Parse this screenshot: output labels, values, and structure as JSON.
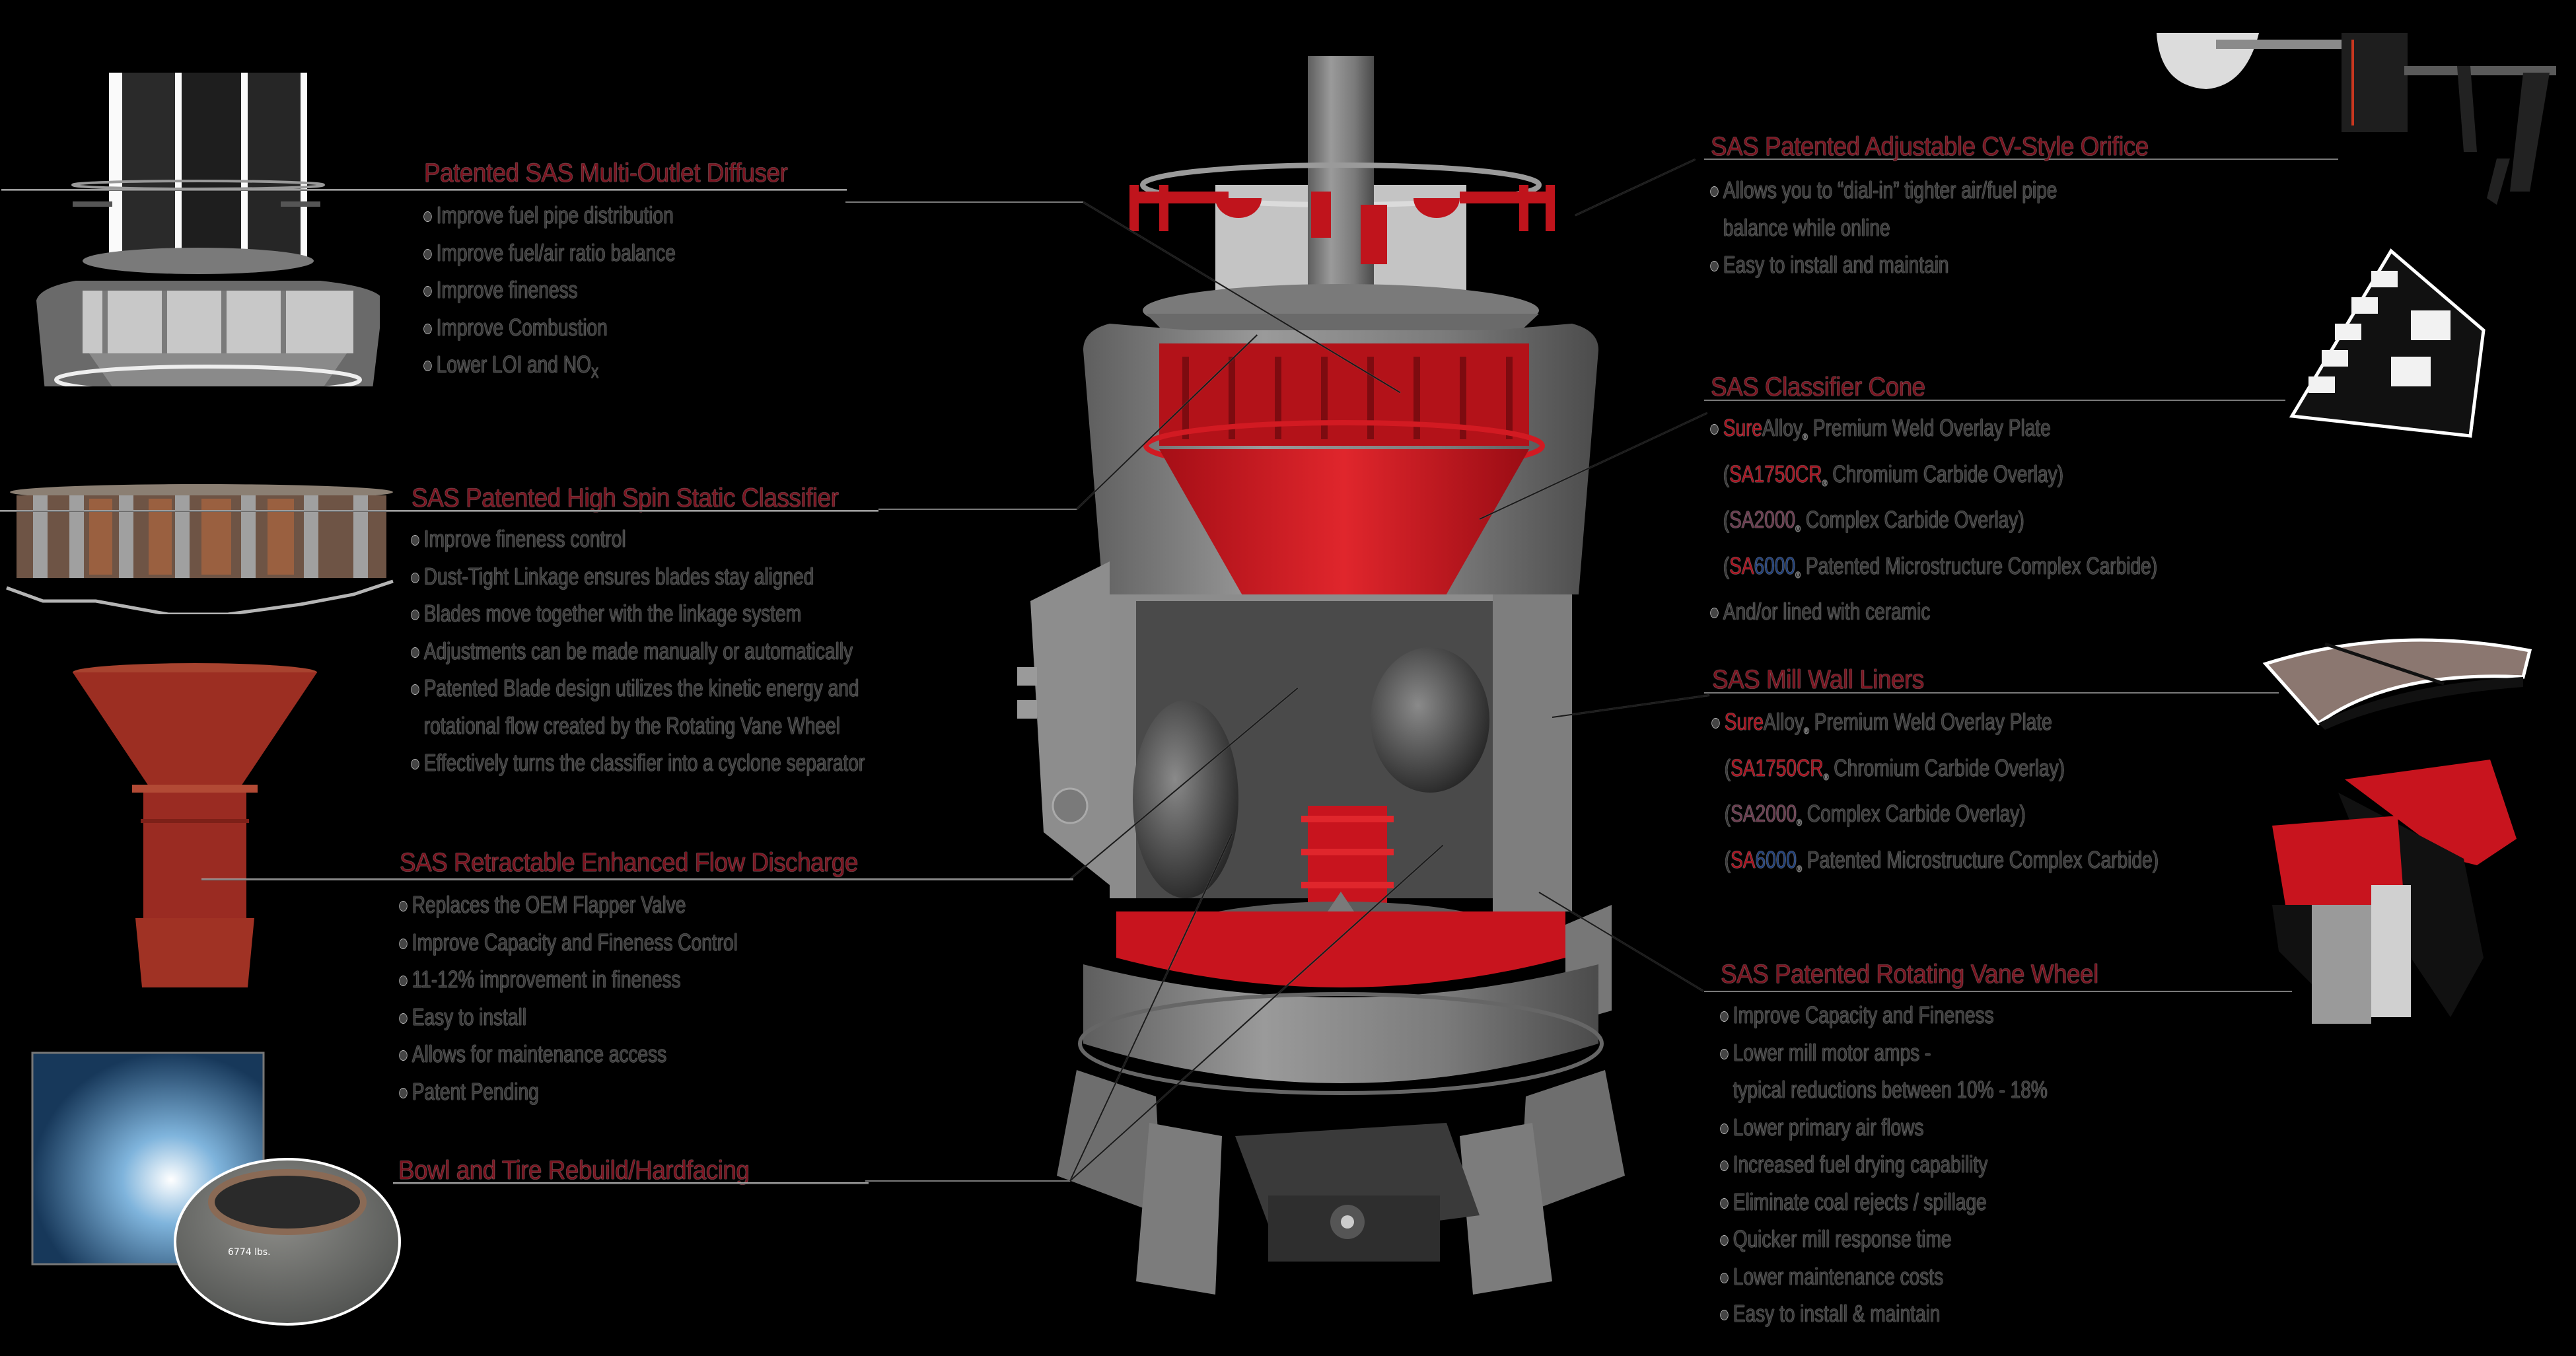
{
  "diagram": {
    "subject": "Pulverizer mill cutaway with SAS component upgrades",
    "colors": {
      "heading": "#7a1420",
      "body_text": "#3b3b3b",
      "brand_red": "#c8141e",
      "trademark_blue": "#1f3f7a",
      "mill_grey": "#8a8a8a",
      "background": "#000000"
    }
  },
  "callouts": {
    "diffuser": {
      "title": "Patented SAS Multi-Outlet Diffuser",
      "bullets": [
        "Improve fuel pipe distribution",
        "Improve fuel/air ratio balance",
        "Improve fineness",
        "Improve Combustion"
      ],
      "last_bullet_prefix": "Lower LOI and NO",
      "last_bullet_subscript": "X"
    },
    "classifier": {
      "title": "SAS Patented High Spin Static Classifier",
      "bullets": [
        "Improve fineness control",
        "Dust-Tight Linkage ensures blades stay aligned",
        "Blades move together with the linkage system",
        "Adjustments can be made manually or automatically",
        "Patented Blade design utilizes the kinetic energy and"
      ],
      "continuation": "rotational flow created by the Rotating Vane Wheel",
      "last_bullet": "Effectively turns the classifier into a cyclone separator"
    },
    "discharge": {
      "title": "SAS Retractable Enhanced Flow Discharge",
      "bullets": [
        "Replaces the OEM Flapper Valve",
        "Improve Capacity and Fineness Control",
        "11-12% improvement in fineness",
        "Easy to install",
        "Allows for maintenance access",
        "Patent Pending"
      ]
    },
    "bowl_tire": {
      "title": "Bowl and Tire Rebuild/Hardfacing",
      "tire_marking": "6774 lbs."
    },
    "orifice": {
      "title": "SAS Patented Adjustable CV-Style Orifice",
      "bullet1": "Allows you to “dial-in” tighter air/fuel pipe",
      "bullet1_cont": "balance while online",
      "bullet2": "Easy to install and maintain"
    },
    "cone": {
      "title": "SAS Classifier Cone",
      "sure": "Sure",
      "alloy": "Alloy",
      "reg": "®",
      "plate": " Premium Weld Overlay Plate",
      "sa1750": "SA1750CR",
      "sa1750_desc": " Chromium Carbide Overlay)",
      "sa2000": "SA2000",
      "sa2000_desc": " Complex Carbide Overlay)",
      "sa6000_sa": "SA",
      "sa6000_num": "6000",
      "sa6000_desc": " Patented Microstructure Complex Carbide)",
      "open_paren": "(",
      "last_bullet": "And/or lined with ceramic"
    },
    "liners": {
      "title": "SAS Mill Wall Liners",
      "sure": "Sure",
      "alloy": "Alloy",
      "reg": "®",
      "plate": " Premium Weld Overlay Plate",
      "sa1750": "SA1750CR",
      "sa1750_desc": " Chromium Carbide Overlay)",
      "sa2000": "SA2000",
      "sa2000_desc": " Complex Carbide Overlay)",
      "sa6000_sa": "SA",
      "sa6000_num": "6000",
      "sa6000_desc": " Patented Microstructure Complex Carbide)",
      "open_paren": "("
    },
    "vane_wheel": {
      "title": "SAS Patented Rotating Vane Wheel",
      "bullet_a": "Improve Capacity and Fineness",
      "bullet_b": "Lower mill motor amps -",
      "bullet_b_cont": "typical reductions between 10% - 18%",
      "bullets": [
        "Lower primary air flows",
        "Increased fuel drying capability",
        "Eliminate coal rejects / spillage",
        "Quicker mill response time",
        "Lower maintenance costs",
        "Easy to install & maintain"
      ]
    }
  }
}
